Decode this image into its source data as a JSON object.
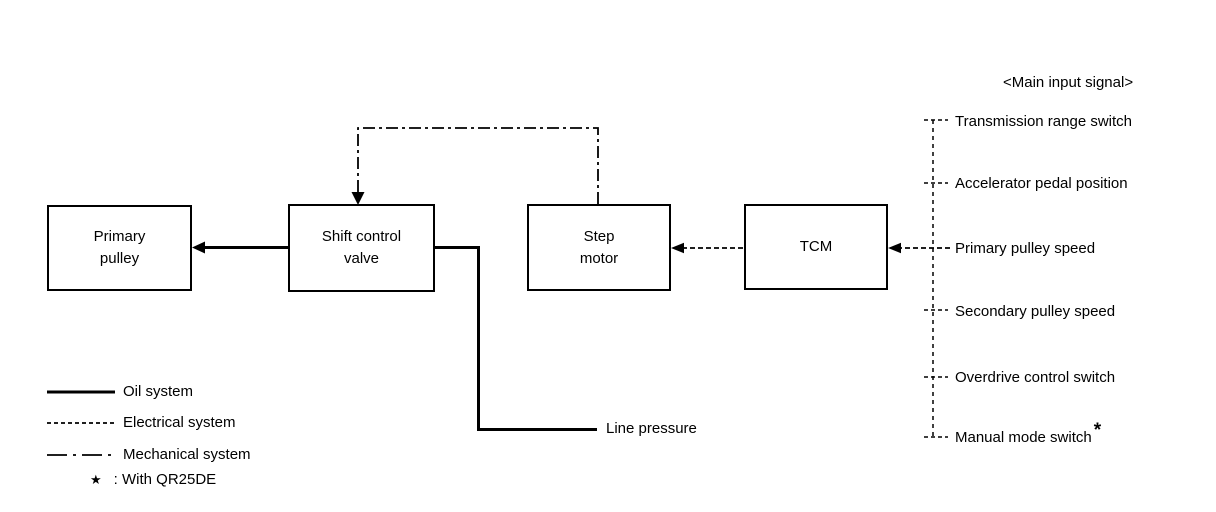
{
  "diagram": {
    "boxes": {
      "primary_pulley": "Primary\npulley",
      "shift_control_valve": "Shift control\nvalve",
      "step_motor": "Step\nmotor",
      "tcm": "TCM"
    },
    "line_pressure_label": "Line pressure"
  },
  "signals": {
    "header": "<Main input signal>",
    "items": [
      {
        "label": "Transmission range switch"
      },
      {
        "label": "Accelerator pedal position"
      },
      {
        "label": "Primary pulley speed"
      },
      {
        "label": "Secondary pulley speed"
      },
      {
        "label": "Overdrive control switch"
      },
      {
        "label": "Manual mode switch",
        "footnote_marker": "*"
      }
    ]
  },
  "legend": {
    "items": [
      {
        "style": "oil",
        "label": "Oil system"
      },
      {
        "style": "electrical",
        "label": "Electrical system"
      },
      {
        "style": "mechanical",
        "label": "Mechanical system"
      }
    ],
    "footnote": {
      "symbol": "★",
      "text": ": With QR25DE"
    }
  },
  "colors": {
    "line": "#000000",
    "background": "#ffffff"
  }
}
